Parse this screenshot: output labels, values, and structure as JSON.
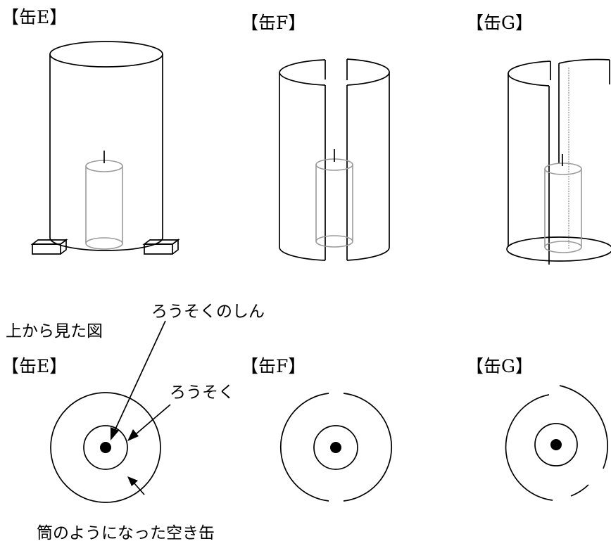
{
  "labels": {
    "can_e_top": "【缶E】",
    "can_f_top": "【缶F】",
    "can_g_top": "【缶G】",
    "can_e_bottom": "【缶E】",
    "can_f_bottom": "【缶F】",
    "can_g_bottom": "【缶G】",
    "top_view": "上から見た図"
  },
  "annotations": {
    "wick": "ろうそくのしん",
    "candle": "ろうそく",
    "can": "筒のようになった空き缶"
  }
}
